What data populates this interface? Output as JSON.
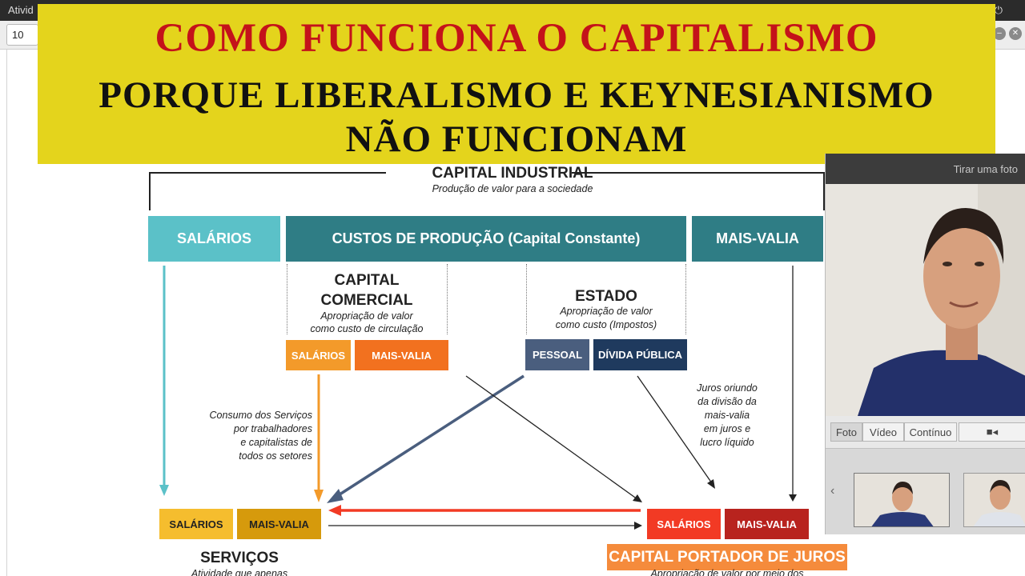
{
  "desktop": {
    "activities_label": "Ativid",
    "zoom_value": "10"
  },
  "banner": {
    "line1": "COMO FUNCIONA O CAPITALISMO",
    "line2": "PORQUE LIBERALISMO E KEYNESIANISMO",
    "line3": "NÃO FUNCIONAM",
    "background_color": "#e4d41c",
    "title_color": "#c4121a"
  },
  "diagram": {
    "top": {
      "title": "CAPITAL INDUSTRIAL",
      "subtitle": "Produção de valor para a sociedade"
    },
    "top_boxes": {
      "salarios": "SALÁRIOS",
      "custos": "CUSTOS DE PRODUÇÃO (Capital Constante)",
      "mais_valia": "MAIS-VALIA"
    },
    "comercial": {
      "title_line1": "CAPITAL",
      "title_line2": "COMERCIAL",
      "desc_line1": "Apropriação de valor",
      "desc_line2": "como custo de circulação",
      "salarios": "SALÁRIOS",
      "mais_valia": "MAIS-VALIA"
    },
    "estado": {
      "title": "ESTADO",
      "desc_line1": "Apropriação de valor",
      "desc_line2": "como custo (Impostos)",
      "pessoal": "PESSOAL",
      "divida": "DÍVIDA PÚBLICA"
    },
    "consumo_note": [
      "Consumo dos Serviços",
      "por trabalhadores",
      "e capitalistas de",
      "todos os setores"
    ],
    "juros_note": [
      "Juros oriundo",
      "da divisão da",
      "mais-valia",
      "em juros e",
      "lucro líquido"
    ],
    "servicos": {
      "salarios": "SALÁRIOS",
      "mais_valia": "MAIS-VALIA",
      "title": "SERVIÇOS",
      "desc": "Atividade que apenas"
    },
    "juros": {
      "salarios": "SALÁRIOS",
      "mais_valia": "MAIS-VALIA",
      "title": "CAPITAL PORTADOR DE JUROS",
      "desc": "Apropriação de valor por meio dos"
    },
    "colors": {
      "teal": "#5bc1c8",
      "dark_teal": "#2f7d85",
      "orange": "#f39a2a",
      "dark_orange": "#f2711f",
      "slate": "#4a5e7e",
      "navy": "#1f3a5e",
      "yellow": "#f5bd2e",
      "mustard": "#d69a0c",
      "red": "#f23a24",
      "dark_red": "#b8231e",
      "juros_orange": "#f58b3c"
    }
  },
  "webcam": {
    "header": "Tirar uma foto",
    "tabs": [
      "Foto",
      "Vídeo",
      "Contínuo"
    ],
    "active_tab": "Foto",
    "prev_icon": "chevron-left-icon",
    "record_icon": "camera-icon"
  }
}
